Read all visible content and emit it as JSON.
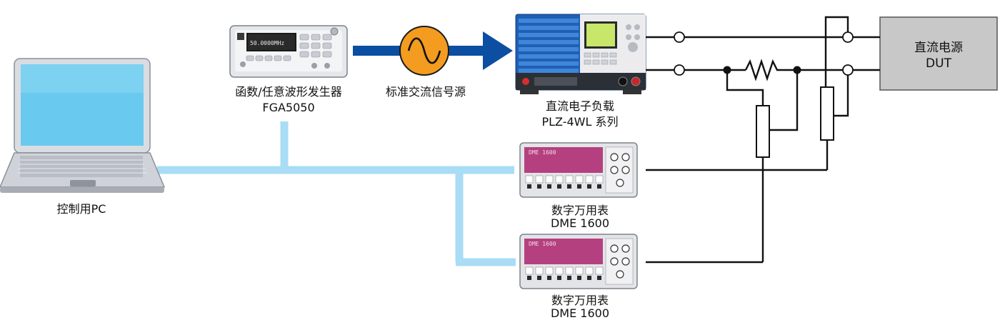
{
  "labels": {
    "pc": "控制用PC",
    "fg_line1": "函数/任意波形发生器",
    "fg_line2": "FGA5050",
    "ac_source": "标准交流信号源",
    "load_line1": "直流电子负载",
    "load_line2": "PLZ-4WL 系列",
    "dut_line1": "直流电源",
    "dut_line2": "DUT",
    "dmm1_line1": "数字万用表",
    "dmm1_line2": "DME 1600",
    "dmm2_line1": "数字万用表",
    "dmm2_line2": "DME 1600"
  },
  "device_text": {
    "fg_display": "50.0000MHz",
    "dmm_brand": "DME 1600"
  },
  "colors": {
    "bus": "#a9dcf5",
    "arrow": "#0b4ea2",
    "ac_circle": "#f39c1f",
    "dut_fill": "#c8c8c8",
    "dmm_panel": "#b5407f",
    "load_blue": "#1f5fb5",
    "screen": "#69c9ee"
  },
  "icons": {
    "pc": "laptop-icon",
    "fg": "function-generator-icon",
    "ac": "sine-wave-icon",
    "load": "electronic-load-icon",
    "dmm": "multimeter-icon",
    "resistor": "resistor-icon"
  }
}
